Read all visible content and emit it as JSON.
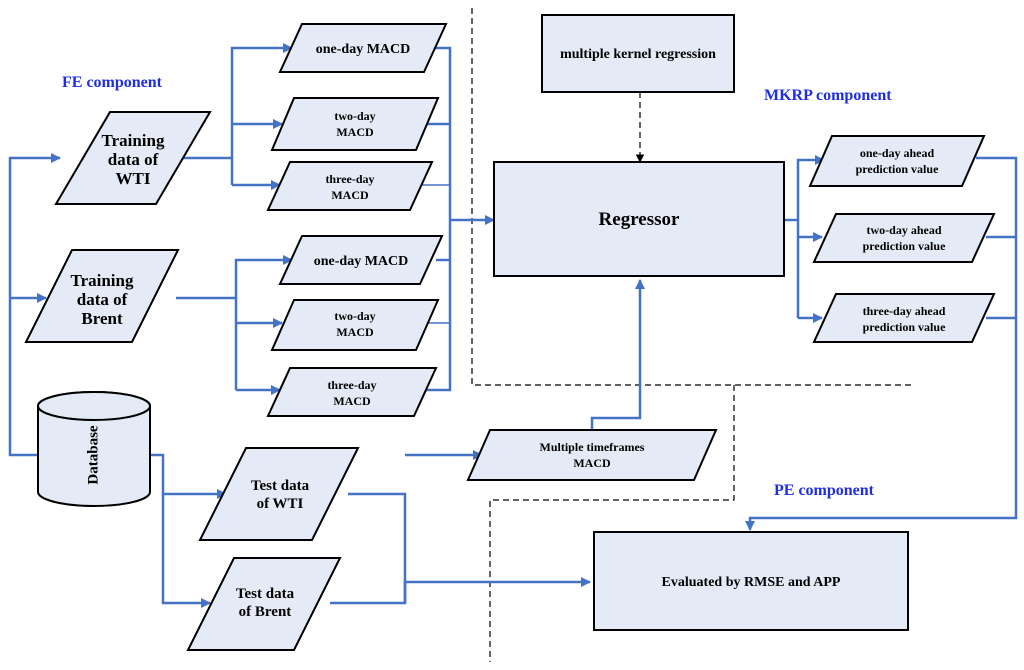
{
  "components": {
    "fe": "FE component",
    "mkrp": "MKRP component",
    "pe": "PE component"
  },
  "inputs": {
    "wti_training": [
      "Training",
      "data of",
      "WTI"
    ],
    "brent_training": [
      "Training",
      "data of",
      "Brent"
    ],
    "database": "Database",
    "wti_test": [
      "Test data",
      "of WTI"
    ],
    "brent_test": [
      "Test data",
      "of Brent"
    ]
  },
  "macd_wti": {
    "one_day": [
      "one-day MACD"
    ],
    "two_day": [
      "two-day",
      "MACD"
    ],
    "three_day": [
      "three-day",
      "MACD"
    ]
  },
  "macd_brent": {
    "one_day": [
      "one-day MACD"
    ],
    "two_day": [
      "two-day",
      "MACD"
    ],
    "three_day": [
      "three-day",
      "MACD"
    ]
  },
  "mkrp": {
    "kernel": "multiple kernel regression",
    "regressor": "Regressor",
    "multi_timeframes": [
      "Multiple timeframes",
      "MACD"
    ]
  },
  "predictions": {
    "one_day": [
      "one-day ahead",
      "prediction value"
    ],
    "two_day": [
      "two-day ahead",
      "prediction value"
    ],
    "three_day": [
      "three-day ahead",
      "prediction value"
    ]
  },
  "evaluation": "Evaluated by RMSE and APP",
  "colors": {
    "box_fill": "#e4ebf6",
    "arrow": "#4472c4",
    "component_label": "#1f2fe0"
  }
}
